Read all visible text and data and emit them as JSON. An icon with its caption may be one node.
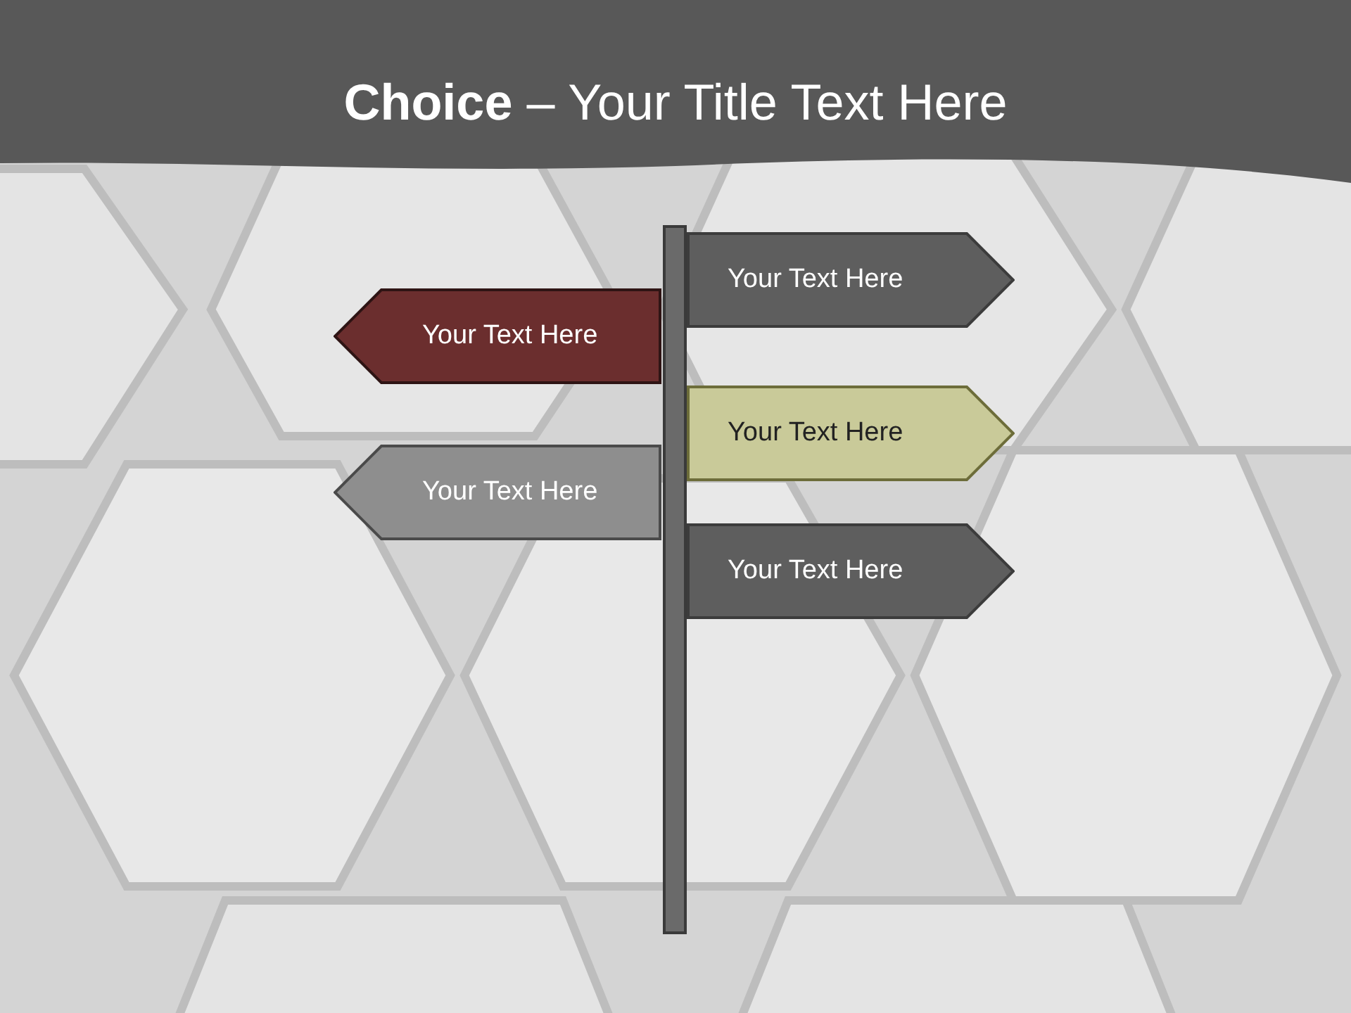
{
  "diagram": {
    "title": "**Choice** – Your Title Text Here",
    "nodes": [
      {
        "text": [
          "Your Text Here"
        ]
      },
      {
        "text": [
          "Your Text Here"
        ]
      },
      {
        "text": [
          "Your Text Here"
        ]
      },
      {
        "text": [
          "Your Text Here"
        ]
      },
      {
        "text": [
          "Your Text Here"
        ]
      },
      {
        "text": [],
        "shape": "bar"
      }
    ],
    "edges": []
  }
}
